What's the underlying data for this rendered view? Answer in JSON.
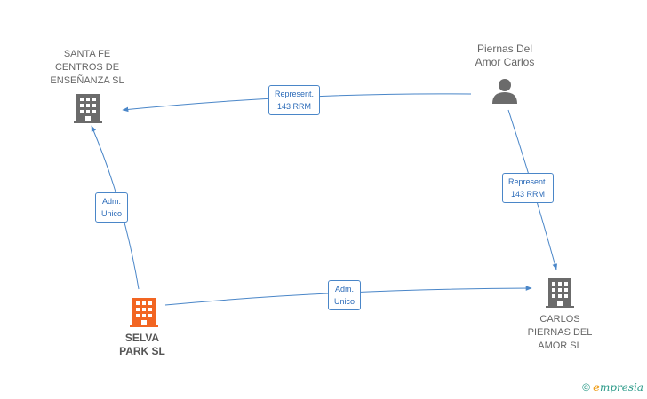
{
  "nodes": {
    "santa_fe": {
      "label": "SANTA FE\nCENTROS DE\nENSEÑANZA SL",
      "type": "company",
      "color": "#6b6b6b"
    },
    "piernas_person": {
      "label": "Piernas Del\nAmor Carlos",
      "type": "person",
      "color": "#6b6b6b"
    },
    "selva_park": {
      "label": "SELVA\nPARK SL",
      "type": "company",
      "color": "#f26522"
    },
    "carlos_piernas": {
      "label": "CARLOS\nPIERNAS DEL\nAMOR SL",
      "type": "company",
      "color": "#6b6b6b"
    }
  },
  "edges": {
    "person_to_santa_fe": {
      "label": "Represent.\n143 RRM"
    },
    "person_to_carlos": {
      "label": "Represent.\n143 RRM"
    },
    "selva_to_santa_fe": {
      "label": "Adm.\nUnico"
    },
    "selva_to_carlos": {
      "label": "Adm.\nUnico"
    }
  },
  "footer": {
    "copyright": "©",
    "brand_e": "e",
    "brand_rest": "mpresia"
  },
  "colors": {
    "edge": "#4a86c8",
    "highlight": "#f26522",
    "node": "#6b6b6b"
  }
}
